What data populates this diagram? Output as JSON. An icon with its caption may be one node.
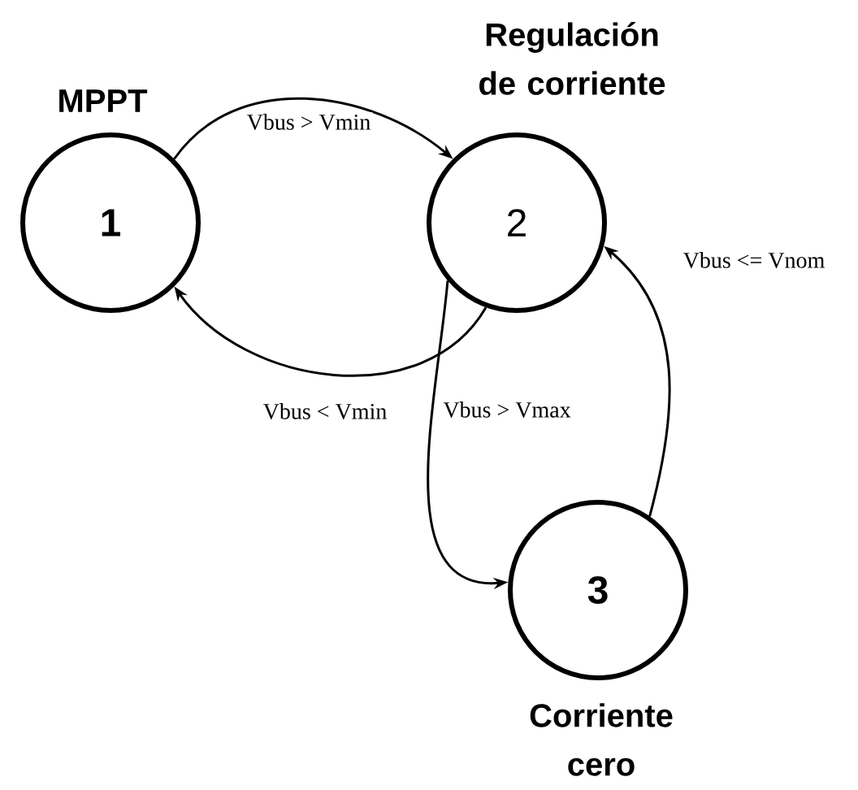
{
  "diagram": {
    "nodes": [
      {
        "text": [
          "MPPT",
          "1"
        ]
      },
      {
        "text": [
          "Regulación de corriente",
          "2"
        ]
      },
      {
        "text": [
          "3",
          "Corriente cero"
        ]
      }
    ],
    "edges": [
      {
        "from": 0,
        "to": 1,
        "arrow": "to",
        "label": "Vbus > Vmin"
      },
      {
        "from": 1,
        "to": 0,
        "arrow": "to",
        "label": "Vbus < Vmin"
      },
      {
        "from": 1,
        "to": 2,
        "arrow": "to",
        "label": "Vbus > Vmax"
      },
      {
        "from": 2,
        "to": 1,
        "arrow": "to",
        "label": "Vbus <= Vnom"
      }
    ]
  }
}
